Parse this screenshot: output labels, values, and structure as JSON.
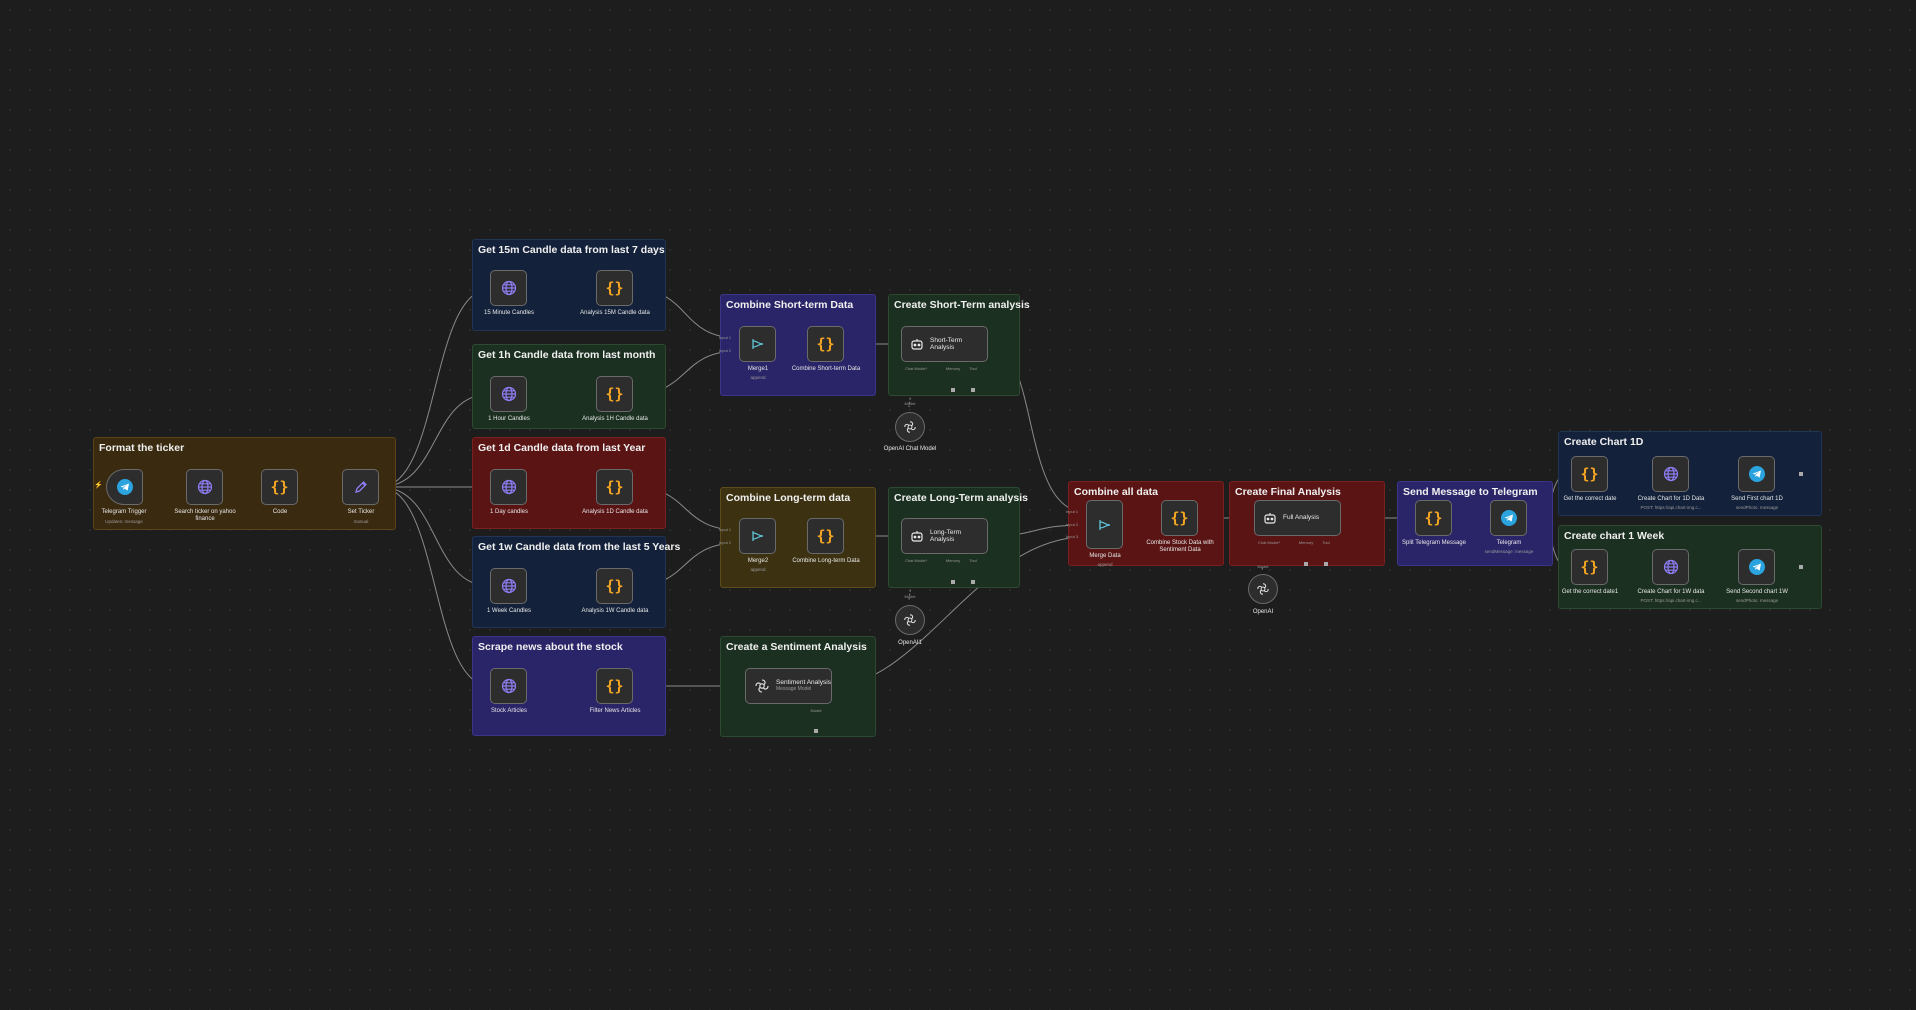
{
  "canvas": {
    "background": "#1d1d1d"
  },
  "colors": {
    "code_icon": "#f5a623",
    "globe_icon": "#8e7ef5",
    "telegram": "#2aa3de",
    "trigger_bolt": "#f5a623",
    "merge_icon": "#5fc3d8"
  },
  "groups": {
    "format_ticker": "Format the ticker",
    "candles_15m": "Get 15m Candle data from last 7 days",
    "candles_1h": "Get 1h Candle data from last month",
    "candles_1d": "Get 1d Candle data from last Year",
    "candles_1w": "Get 1w Candle data from the last 5 Years",
    "news": "Scrape news about the stock",
    "combine_short": "Combine Short-term Data",
    "combine_long": "Combine Long-term data",
    "sentiment": "Create a Sentiment Analysis",
    "short_analysis": "Create Short-Term analysis",
    "long_analysis": "Create Long-Term analysis",
    "combine_all": "Combine all data",
    "final_analysis": "Create Final Analysis",
    "send_telegram": "Send Message to Telegram",
    "chart_1d": "Create Chart 1D",
    "chart_1w": "Create chart 1 Week"
  },
  "nodes": {
    "telegram_trigger": {
      "label": "Telegram Trigger",
      "sub": "Updates: message",
      "icon": "telegram-icon"
    },
    "search_ticker": {
      "label": "Search ticker on yahoo finance",
      "icon": "globe-icon"
    },
    "code": {
      "label": "Code",
      "icon": "code-icon"
    },
    "set_ticker": {
      "label": "Set Ticker",
      "sub": "manual",
      "icon": "pencil-icon"
    },
    "candles_15m": {
      "label": "15 Minute Candles",
      "icon": "globe-icon"
    },
    "analysis_15m": {
      "label": "Analysis 15M Candle data",
      "icon": "code-icon"
    },
    "candles_1h": {
      "label": "1 Hour Candles",
      "icon": "globe-icon"
    },
    "analysis_1h": {
      "label": "Analysis 1H Candle data",
      "icon": "code-icon"
    },
    "candles_1d": {
      "label": "1 Day candles",
      "icon": "globe-icon"
    },
    "analysis_1d": {
      "label": "Analysis 1D Candle data",
      "icon": "code-icon"
    },
    "candles_1w": {
      "label": "1 Week Candles",
      "icon": "globe-icon"
    },
    "analysis_1w": {
      "label": "Analysis 1W Candle data",
      "icon": "code-icon"
    },
    "stock_articles": {
      "label": "Stock Articles",
      "icon": "globe-icon"
    },
    "filter_news": {
      "label": "Filter News Articles",
      "icon": "code-icon"
    },
    "merge1": {
      "label": "Merge1",
      "sub": "append",
      "icon": "merge-icon"
    },
    "combine_short": {
      "label": "Combine Short-term Data",
      "icon": "code-icon"
    },
    "merge2": {
      "label": "Merge2",
      "sub": "append",
      "icon": "merge-icon"
    },
    "combine_long": {
      "label": "Combine Long-term Data",
      "icon": "code-icon"
    },
    "short_term": {
      "label": "Short-Term Analysis",
      "icon": "robot-icon"
    },
    "long_term": {
      "label": "Long-Term Analysis",
      "icon": "robot-icon"
    },
    "sentiment": {
      "label": "Sentiment Analysis",
      "sub": "Message Model",
      "icon": "openai-icon"
    },
    "openai_chat_model": {
      "label": "OpenAI Chat Model",
      "icon": "openai-icon"
    },
    "openai1": {
      "label": "OpenAI1",
      "icon": "openai-icon"
    },
    "openai": {
      "label": "OpenAI",
      "icon": "openai-icon"
    },
    "merge_data": {
      "label": "Merge Data",
      "sub": "append",
      "icon": "merge-icon"
    },
    "combine_stock": {
      "label": "Combine Stock Data with Sentiment Data",
      "icon": "code-icon"
    },
    "full_analysis": {
      "label": "Full Analysis",
      "icon": "robot-icon"
    },
    "split_message": {
      "label": "Split Telegram Message",
      "icon": "code-icon"
    },
    "telegram": {
      "label": "Telegram",
      "sub": "sendMessage: message",
      "icon": "telegram-icon"
    },
    "get_correct_date": {
      "label": "Get the correct date",
      "icon": "code-icon"
    },
    "chart_1d_data": {
      "label": "Create Chart for 1D Data",
      "sub": "POST: https://api.chart-img.c...",
      "icon": "globe-icon"
    },
    "send_first": {
      "label": "Send First chart 1D",
      "sub": "sendPhoto: message",
      "icon": "telegram-icon"
    },
    "get_correct_date1": {
      "label": "Get the correct date1",
      "icon": "code-icon"
    },
    "chart_1w_data": {
      "label": "Create Chart for 1W data",
      "sub": "POST: https://api.chart-img.c...",
      "icon": "globe-icon"
    },
    "send_second": {
      "label": "Send Second chart 1W",
      "sub": "sendPhoto: message",
      "icon": "telegram-icon"
    }
  },
  "port_labels": {
    "input1": "Input 1",
    "input2": "Input 2",
    "input3": "Input 3",
    "chat_model": "Chat Model*",
    "memory": "Memory",
    "tool": "Tool",
    "model": "Model"
  }
}
